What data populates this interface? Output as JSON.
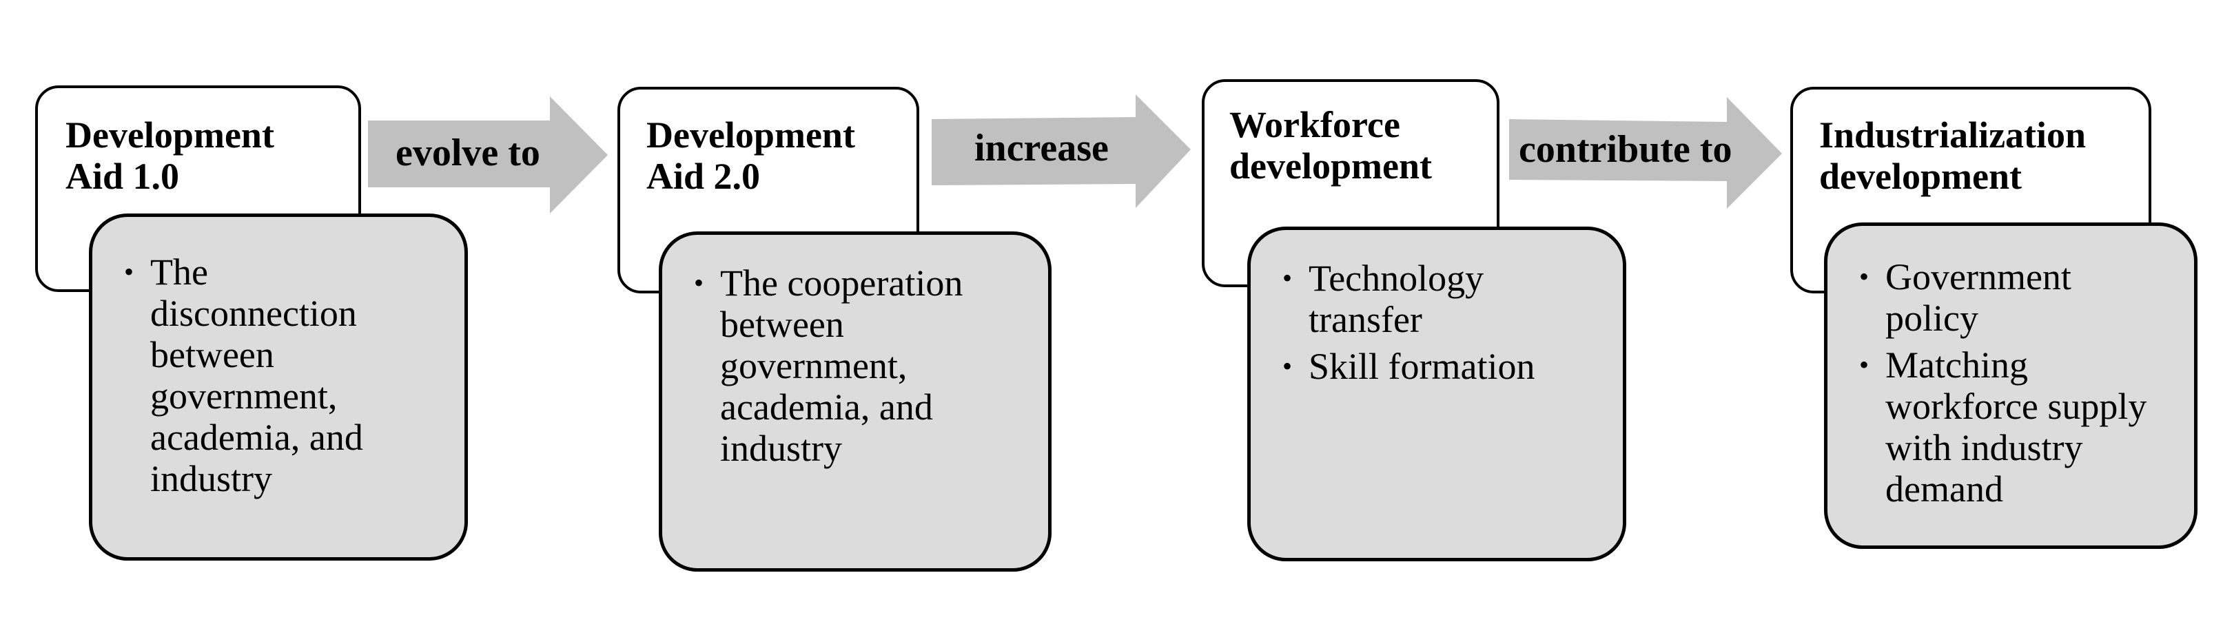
{
  "diagram": {
    "type": "process-flow",
    "colors": {
      "title_box_fill": "#ffffff",
      "detail_box_fill": "#dcdcdc",
      "arrow_fill": "#c0c0c0",
      "stroke": "#000000"
    },
    "stages": [
      {
        "title": "Development\nAid 1.0",
        "items": [
          "The disconnection between government, academia, and industry"
        ]
      },
      {
        "title": "Development\nAid 2.0",
        "items": [
          "The cooperation between government, academia, and industry"
        ]
      },
      {
        "title": "Workforce\ndevelopment",
        "items": [
          "Technology transfer",
          "Skill formation"
        ]
      },
      {
        "title": "Industrialization\ndevelopment",
        "items": [
          "Government policy",
          "Matching workforce supply with industry demand"
        ]
      }
    ],
    "connectors": [
      {
        "label": "evolve to",
        "from": 0,
        "to": 1
      },
      {
        "label": "increase",
        "from": 1,
        "to": 2
      },
      {
        "label": "contribute to",
        "from": 2,
        "to": 3
      }
    ],
    "bullet_glyph": "•"
  }
}
